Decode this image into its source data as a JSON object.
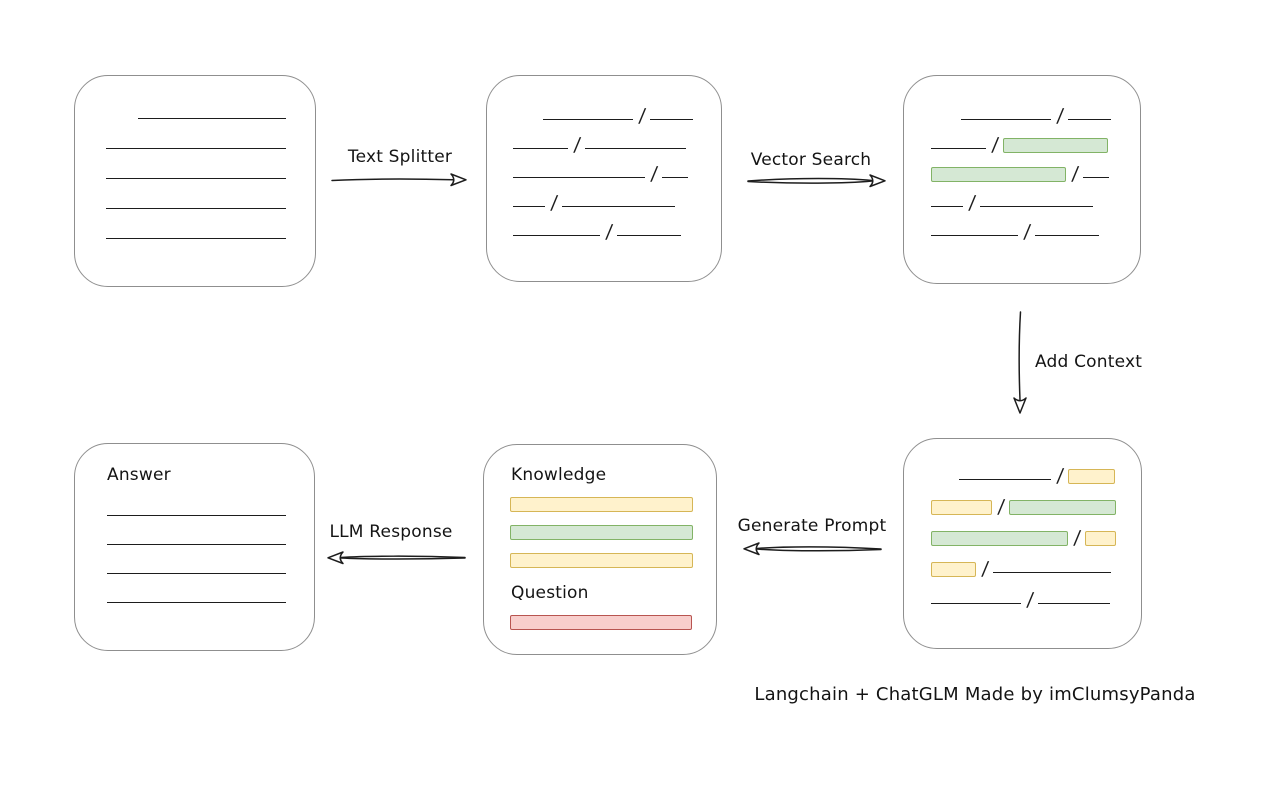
{
  "labels": {
    "text_splitter": "Text Splitter",
    "vector_search": "Vector Search",
    "add_context": "Add Context",
    "generate_prompt": "Generate Prompt",
    "llm_response": "LLM Response"
  },
  "caption": {
    "text": "Langchain + ChatGLM Made by imClumsyPanda"
  },
  "colors": {
    "box_border": "#8f8f8f",
    "line": "#1d1d1d",
    "green_fill": "#d5e8d4",
    "green_border": "#82b366",
    "yellow_fill": "#fff2cc",
    "yellow_border": "#d6b656",
    "red_fill": "#f8cecc",
    "red_border": "#b85450"
  },
  "boxes": {
    "document": {
      "rows": [
        [
          {
            "t": "gap",
            "w": 32
          },
          {
            "t": "line",
            "w": 148
          }
        ],
        [
          {
            "t": "line",
            "w": 180
          }
        ],
        [
          {
            "t": "line",
            "w": 180
          }
        ],
        [
          {
            "t": "line",
            "w": 180
          }
        ],
        [
          {
            "t": "line",
            "w": 180
          }
        ]
      ]
    },
    "split": {
      "rows": [
        [
          {
            "t": "gap",
            "w": 30
          },
          {
            "t": "line",
            "w": 90
          },
          {
            "t": "slash"
          },
          {
            "t": "line",
            "w": 43
          }
        ],
        [
          {
            "t": "line",
            "w": 55
          },
          {
            "t": "slash"
          },
          {
            "t": "line",
            "w": 101
          }
        ],
        [
          {
            "t": "line",
            "w": 132
          },
          {
            "t": "slash"
          },
          {
            "t": "line",
            "w": 26
          }
        ],
        [
          {
            "t": "line",
            "w": 32
          },
          {
            "t": "slash"
          },
          {
            "t": "line",
            "w": 113
          }
        ],
        [
          {
            "t": "line",
            "w": 87
          },
          {
            "t": "slash"
          },
          {
            "t": "line",
            "w": 64
          }
        ]
      ]
    },
    "vector": {
      "rows": [
        [
          {
            "t": "gap",
            "w": 30
          },
          {
            "t": "line",
            "w": 90
          },
          {
            "t": "slash"
          },
          {
            "t": "line",
            "w": 43
          }
        ],
        [
          {
            "t": "line",
            "w": 55
          },
          {
            "t": "slash"
          },
          {
            "t": "chip",
            "c": "green",
            "w": 103
          }
        ],
        [
          {
            "t": "chip",
            "c": "green",
            "w": 133
          },
          {
            "t": "slash"
          },
          {
            "t": "line",
            "w": 26
          }
        ],
        [
          {
            "t": "line",
            "w": 32
          },
          {
            "t": "slash"
          },
          {
            "t": "line",
            "w": 113
          }
        ],
        [
          {
            "t": "line",
            "w": 87
          },
          {
            "t": "slash"
          },
          {
            "t": "line",
            "w": 64
          }
        ]
      ]
    },
    "context": {
      "rows": [
        [
          {
            "t": "gap",
            "w": 28
          },
          {
            "t": "line",
            "w": 92
          },
          {
            "t": "slash"
          },
          {
            "t": "chip",
            "c": "yellow",
            "w": 45
          }
        ],
        [
          {
            "t": "chip",
            "c": "yellow",
            "w": 59
          },
          {
            "t": "slash"
          },
          {
            "t": "chip",
            "c": "green",
            "w": 105
          }
        ],
        [
          {
            "t": "chip",
            "c": "green",
            "w": 135
          },
          {
            "t": "slash"
          },
          {
            "t": "chip",
            "c": "yellow",
            "w": 29
          }
        ],
        [
          {
            "t": "chip",
            "c": "yellow",
            "w": 43
          },
          {
            "t": "slash"
          },
          {
            "t": "line",
            "w": 118
          }
        ],
        [
          {
            "t": "line",
            "w": 90
          },
          {
            "t": "slash"
          },
          {
            "t": "line",
            "w": 72
          }
        ]
      ]
    },
    "prompt": {
      "knowledge_label": "Knowledge",
      "question_label": "Question",
      "knowledge_bars": [
        "yellow",
        "green",
        "yellow"
      ],
      "question_bars": [
        "red"
      ]
    },
    "answer": {
      "label": "Answer",
      "rows": [
        [
          {
            "t": "line",
            "w": 179
          }
        ],
        [
          {
            "t": "line",
            "w": 179
          }
        ],
        [
          {
            "t": "line",
            "w": 179
          }
        ],
        [
          {
            "t": "line",
            "w": 179
          }
        ]
      ]
    }
  }
}
